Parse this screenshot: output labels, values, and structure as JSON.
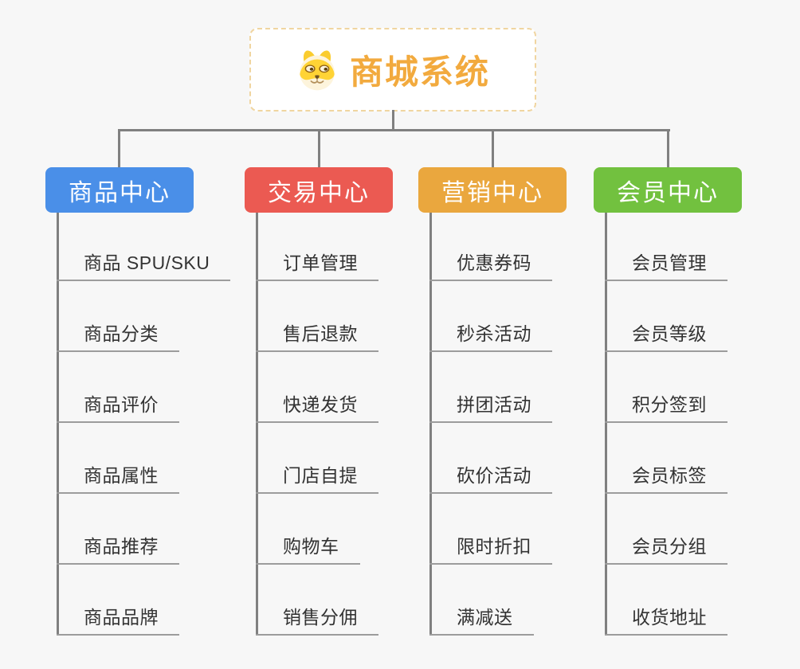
{
  "root": {
    "title": "商城系统",
    "icon": "dog-face-icon"
  },
  "colors": {
    "background": "#F7F7F7",
    "connector": "#808080",
    "underline": "#9C9C9C",
    "root_border": "#F0D5A0",
    "root_title": "#F2AA3E",
    "leaf_text": "#333333"
  },
  "branches": [
    {
      "label": "商品中心",
      "color": "#4A8FE8",
      "items": [
        "商品 SPU/SKU",
        "商品分类",
        "商品评价",
        "商品属性",
        "商品推荐",
        "商品品牌"
      ]
    },
    {
      "label": "交易中心",
      "color": "#EB5A52",
      "items": [
        "订单管理",
        "售后退款",
        "快递发货",
        "门店自提",
        "购物车",
        "销售分佣"
      ]
    },
    {
      "label": "营销中心",
      "color": "#EAA73E",
      "items": [
        "优惠券码",
        "秒杀活动",
        "拼团活动",
        "砍价活动",
        "限时折扣",
        "满减送"
      ]
    },
    {
      "label": "会员中心",
      "color": "#72C13F",
      "items": [
        "会员管理",
        "会员等级",
        "积分签到",
        "会员标签",
        "会员分组",
        "收货地址"
      ]
    }
  ]
}
